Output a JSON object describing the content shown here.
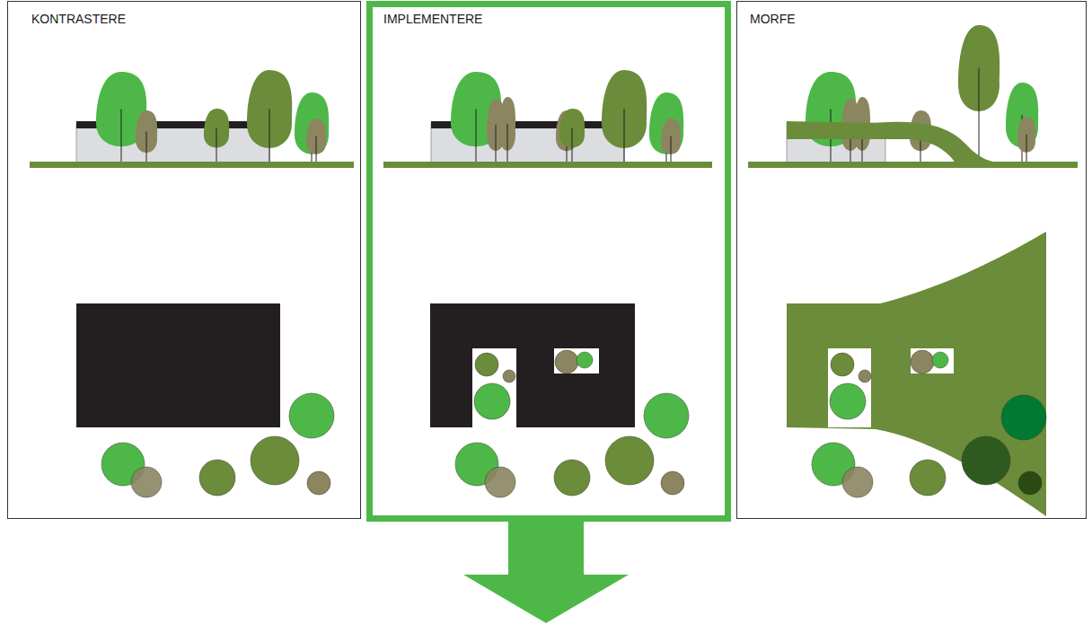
{
  "diagram": {
    "nodes": [
      {
        "text": [
          "KONTRASTERE"
        ]
      },
      {
        "text": [
          "IMPLEMENTERE"
        ]
      },
      {
        "text": [
          "MORFE"
        ]
      }
    ]
  }
}
